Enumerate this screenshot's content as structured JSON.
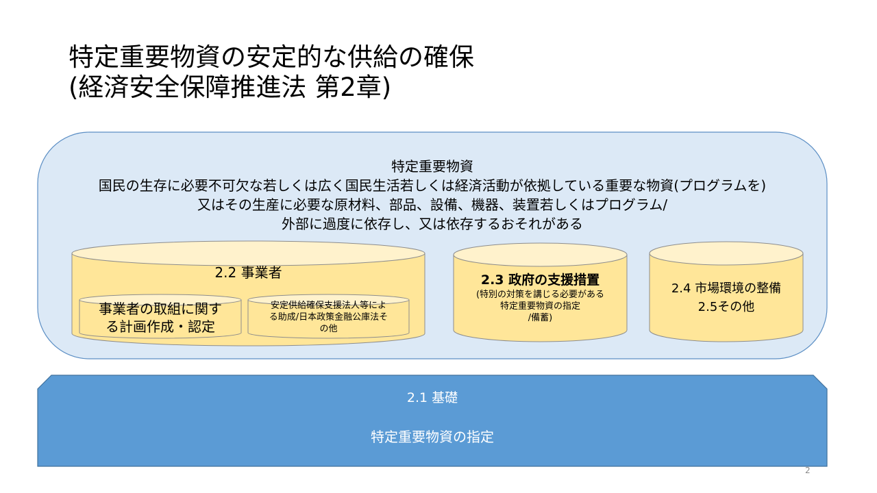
{
  "title": {
    "line1": "特定重要物資の安定的な供給の確保",
    "line2": "(経済安全保障推進法 第2章)"
  },
  "definition": {
    "heading": "特定重要物資",
    "lines": [
      "国民の生存に必要不可欠な若しくは広く国民生活若しくは経済活動が依拠している重要な物資(プログラムを)",
      "又はその生産に必要な原材料、部品、設備、機器、装置若しくはプログラム/",
      "外部に過度に依存し、又は依存するおそれがある"
    ]
  },
  "business": {
    "label": "2.2 事業者",
    "plan": {
      "line1": "事業者の取組に関す",
      "line2": "る計画作成・認定"
    },
    "support": {
      "line1": "安定供給確保支援法人等によ",
      "line2": "る助成/日本政策金融公庫法そ",
      "line3": "の他"
    }
  },
  "government": {
    "label": "2.3 政府の支援措置",
    "line1": "(特別の対策を講じる必要がある",
    "line2": "特定重要物資の指定",
    "line3": "/備蓄)"
  },
  "market": {
    "line1": "2.4 市場環境の整備",
    "line2": "2.5その他"
  },
  "foundation": {
    "label": "2.1 基礎",
    "text": "特定重要物資の指定"
  },
  "page_number": "2",
  "colors": {
    "container": "#dce9f6",
    "cylinder": "#ffe699",
    "foundation": "#5b9bd5"
  }
}
